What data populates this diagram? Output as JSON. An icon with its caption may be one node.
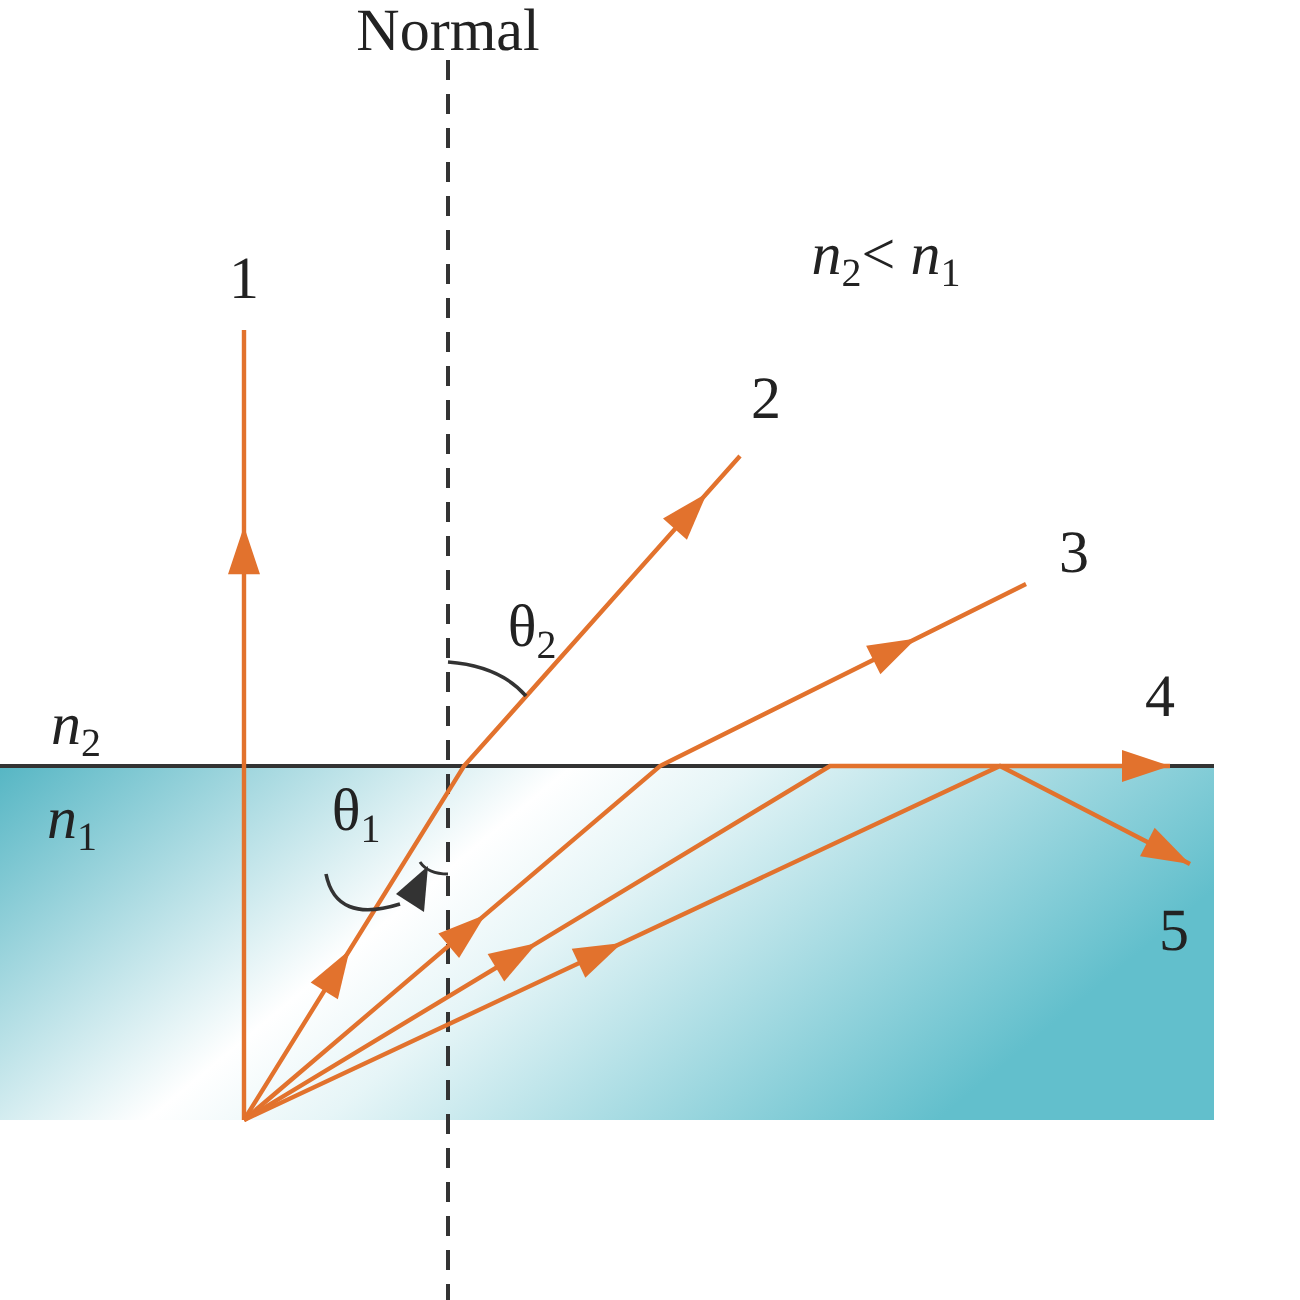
{
  "diagram": {
    "labels": [
      "Normal",
      "1",
      "*n*$_{2}$< *n*$_{1}$",
      "2",
      "θ$_{2}$",
      "3",
      "*n*$_{2}$",
      "4",
      "*n*$_{1}$",
      "θ$_{1}$",
      "5"
    ]
  }
}
